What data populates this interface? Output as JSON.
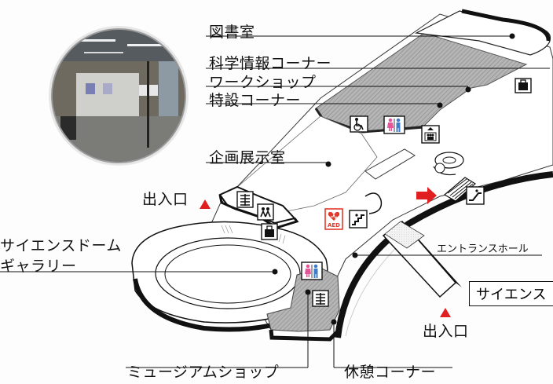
{
  "labels": {
    "library": "図書室",
    "science_info_corner": "科学情報コーナー",
    "workshop": "ワークショップ",
    "special_corner": "特設コーナー",
    "exhibition_room": "企画展示室",
    "entrance_top": "出入口",
    "science_dome_gallery_line1": "サイエンスドーム",
    "science_dome_gallery_line2": "ギャラリー",
    "entrance_hall": "エントランスホール",
    "science_box": "サイエンス",
    "entrance_bottom": "出入口",
    "museum_shop": "ミュージアムショップ",
    "rest_corner": "休憩コーナー"
  },
  "icons": {
    "aed_text": "AED"
  },
  "colors": {
    "floor_hatch": "#a8a8a8",
    "entrance_marker": "#e02020",
    "aed_red": "#e23a2a",
    "restroom_pink": "#e4569a",
    "restroom_blue": "#3d7cc9",
    "wall": "#111111"
  }
}
